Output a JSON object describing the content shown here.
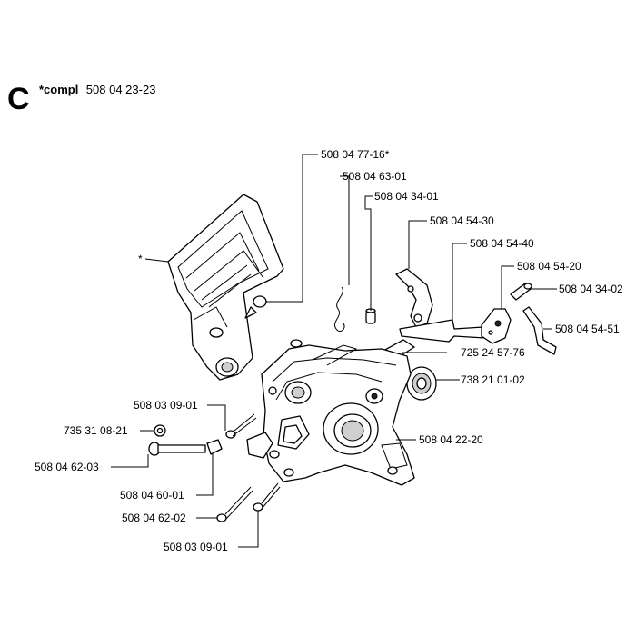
{
  "header": {
    "section_letter": "C",
    "compl_label": "*compl",
    "compl_number": "508 04 23-23"
  },
  "callouts": [
    {
      "id": "guide",
      "label": "*"
    },
    {
      "id": "p1",
      "label": "508 04 77-16*"
    },
    {
      "id": "p2",
      "label": "508 04 63-01"
    },
    {
      "id": "p3",
      "label": "508 04 34-01"
    },
    {
      "id": "p4",
      "label": "508 04 54-30"
    },
    {
      "id": "p5",
      "label": "508 04 54-40"
    },
    {
      "id": "p6",
      "label": "508 04 54-20"
    },
    {
      "id": "p7",
      "label": "508 04 34-02"
    },
    {
      "id": "p8",
      "label": "508 04 54-51"
    },
    {
      "id": "p9",
      "label": "725 24 57-76"
    },
    {
      "id": "p10",
      "label": "738 21 01-02"
    },
    {
      "id": "p11",
      "label": "508 04 22-20"
    },
    {
      "id": "p12",
      "label": "508 03 09-01"
    },
    {
      "id": "p13",
      "label": "735 31 08-21"
    },
    {
      "id": "p14",
      "label": "508 04 62-03"
    },
    {
      "id": "p15",
      "label": "508 04 60-01"
    },
    {
      "id": "p16",
      "label": "508 04 62-02"
    },
    {
      "id": "p17",
      "label": "508 03 09-01"
    }
  ]
}
